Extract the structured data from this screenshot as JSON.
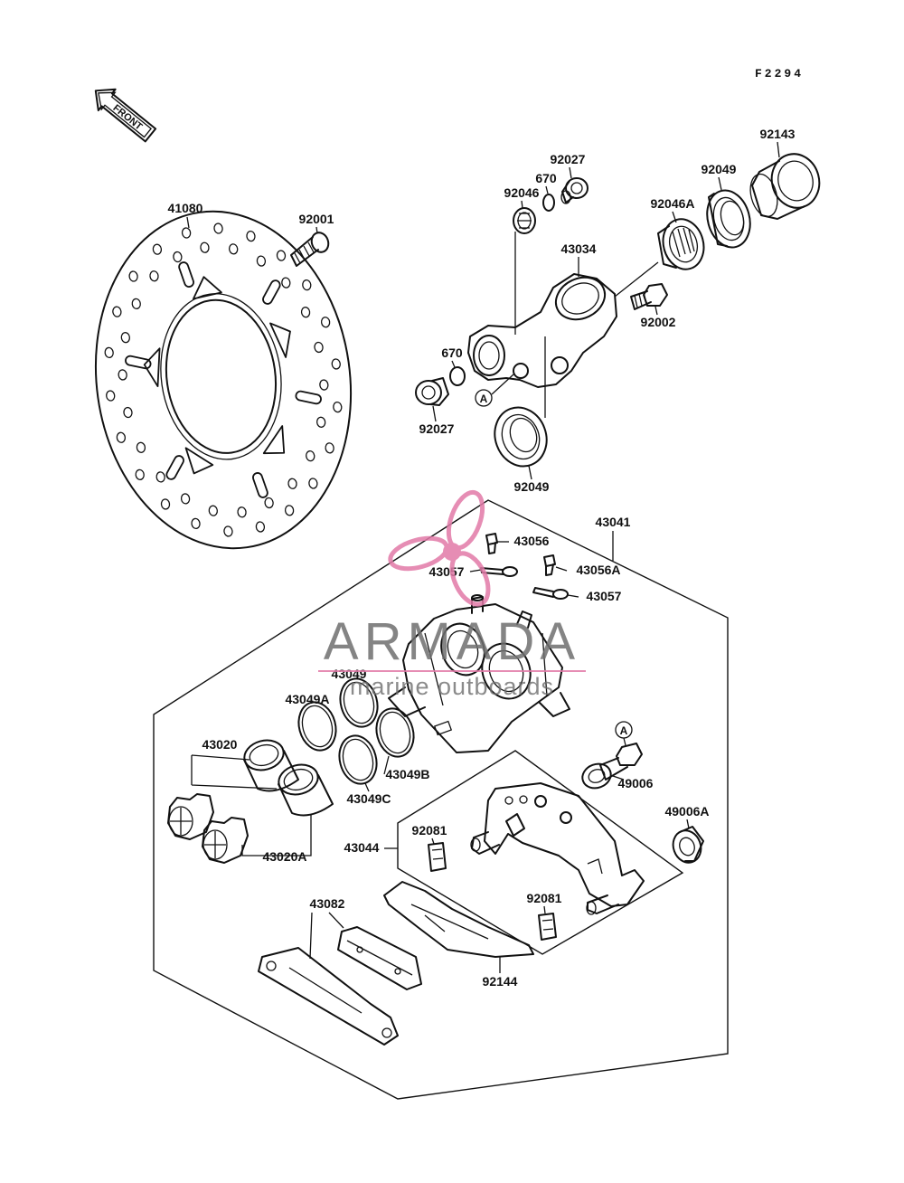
{
  "figure_code": "F2294",
  "front_label": "FRONT",
  "ref_marker": "A",
  "watermark": {
    "brand": "ARMADA",
    "tagline": "marine outboards"
  },
  "callouts": {
    "c41080": "41080",
    "c92001": "92001",
    "c92027_top": "92027",
    "c670_top": "670",
    "c92046": "92046",
    "c43034": "43034",
    "c92046A": "92046A",
    "c92049_top": "92049",
    "c92143": "92143",
    "c92002": "92002",
    "c670_left": "670",
    "c92027_left": "92027",
    "c92049_low": "92049",
    "c43041": "43041",
    "c43056": "43056",
    "c43057_left": "43057",
    "c43056A": "43056A",
    "c43057_right": "43057",
    "c43049": "43049",
    "c43049A": "43049A",
    "c43049B": "43049B",
    "c43049C": "43049C",
    "c43020": "43020",
    "c43020A": "43020A",
    "c49006": "49006",
    "c49006A": "49006A",
    "c43044": "43044",
    "c92081_upper": "92081",
    "c92081_lower": "92081",
    "c43082": "43082",
    "c92144": "92144"
  },
  "colors": {
    "line": "#111111",
    "background": "#ffffff",
    "watermark_text": "#6f6f6f",
    "watermark_accent": "#e27aa8"
  }
}
